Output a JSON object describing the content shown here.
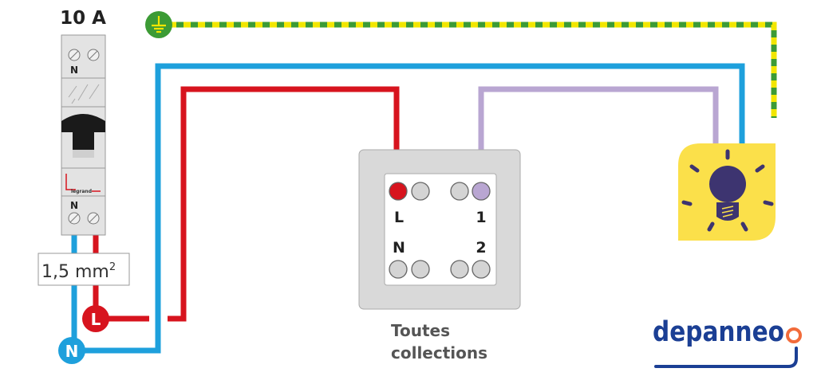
{
  "breaker": {
    "rating": "10 A",
    "top_label": "N",
    "bottom_label": "N",
    "brand": "legrand"
  },
  "cable_section": {
    "value": "1,5 mm",
    "superscript": "2"
  },
  "terminals": {
    "phase": "L",
    "neutral": "N",
    "earth_icon": "earth-ground-icon"
  },
  "switch": {
    "labels": {
      "L": "L",
      "one": "1",
      "N": "N",
      "two": "2"
    },
    "caption_line1": "Toutes",
    "caption_line2": "collections"
  },
  "lamp": {
    "icon": "light-bulb-icon"
  },
  "logo": {
    "text": "depanneo"
  },
  "colors": {
    "phase": "#d7141e",
    "neutral": "#1ea0dc",
    "earth_green": "#3c9b35",
    "earth_yellow": "#f2e600",
    "return": "#b9a6d2",
    "lamp_bg": "#fbe04a",
    "bulb": "#3d3470",
    "logo_blue": "#1b3f94",
    "logo_orange": "#f26b3a"
  }
}
